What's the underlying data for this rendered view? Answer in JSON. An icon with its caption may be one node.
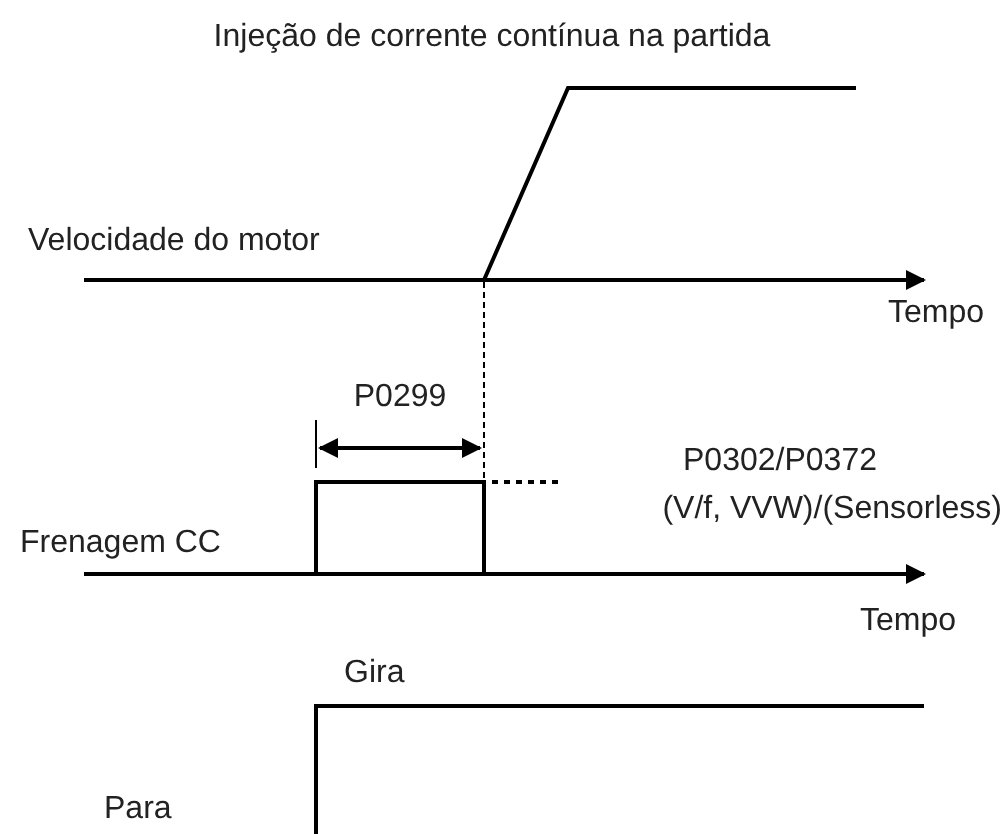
{
  "diagram": {
    "labels": [
      "Injeção de corrente contínua na partida",
      "Velocidade do motor",
      "Tempo",
      "P0299",
      "P0302/P0372",
      "(V/f, VVW)/(Sensorless)",
      "Frenagem CC",
      "Tempo",
      "Gira",
      "Para"
    ]
  }
}
